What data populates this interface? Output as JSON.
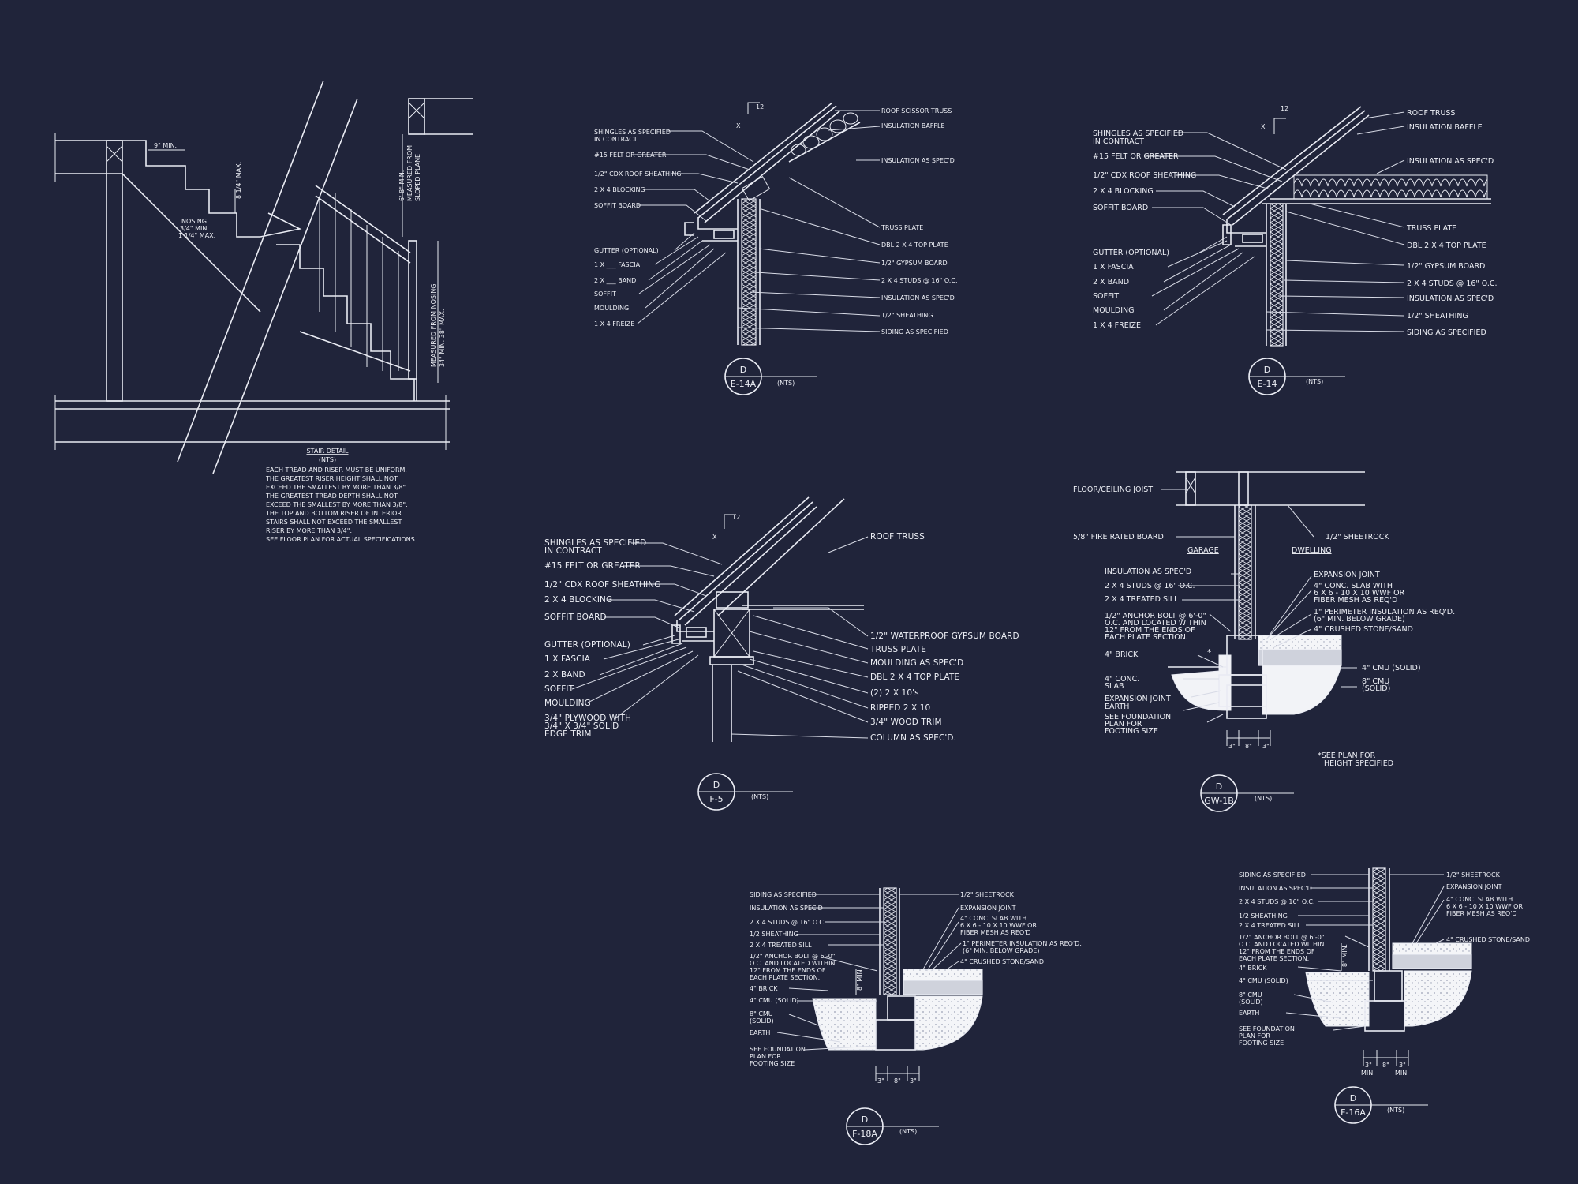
{
  "stair": {
    "title": "STAIR DETAIL",
    "scale": "(NTS)",
    "notes": [
      "EACH TREAD AND RISER MUST BE UNIFORM.",
      "THE GREATEST RISER HEIGHT SHALL NOT",
      "EXCEED THE SMALLEST BY MORE THAN  3/8\".",
      "THE GREATEST TREAD DEPTH SHALL NOT",
      "EXCEED THE SMALLEST BY MORE THAN  3/8\".",
      "THE TOP AND BOTTOM RISER OF INTERIOR",
      "STAIRS SHALL NOT EXCEED THE SMALLEST",
      "RISER BY MORE THAN 3/4\".",
      "SEE FLOOR PLAN FOR ACTUAL SPECIFICATIONS."
    ],
    "tread_min": "9\" MIN.",
    "riser_max": "8 1/4\" MAX.",
    "nosing": [
      "NOSING",
      "3/4\" MIN.",
      "1 1/4\" MAX."
    ],
    "headroom": [
      "6'-8\" MIN.",
      "MEASURED FROM",
      "SLOPED PLANE"
    ],
    "handrail": [
      "MEASURED FROM NOSING",
      "34\" MIN. 38\" MAX."
    ]
  },
  "detail_e14a": {
    "pitch": "12",
    "pitch_x": "X",
    "left_labels": [
      "SHINGLES AS SPECIFIED",
      "IN CONTRACT",
      "#15 FELT OR GREATER",
      "1/2\" CDX ROOF SHEATHING",
      "2 X 4 BLOCKING",
      "SOFFIT  BOARD",
      "GUTTER (OPTIONAL)",
      "1 X ___ FASCIA",
      "2 X ___ BAND",
      "SOFFIT",
      "MOULDING",
      "1 X 4 FREIZE"
    ],
    "right_labels": [
      "ROOF SCISSOR TRUSS",
      "INSULATION BAFFLE",
      "INSULATION AS SPEC'D",
      "TRUSS PLATE",
      "DBL 2 X 4 TOP PLATE",
      "1/2\" GYPSUM BOARD",
      "2 X 4 STUDS @ 16\" O.C.",
      "INSULATION AS SPEC'D",
      "1/2\" SHEATHING",
      "SIDING AS SPECIFIED"
    ],
    "tag_top": "D",
    "tag_bottom": "E-14A",
    "scale": "(NTS)"
  },
  "detail_e14": {
    "pitch": "12",
    "pitch_x": "X",
    "left_labels": [
      "SHINGLES AS SPECIFIED",
      "IN CONTRACT",
      "#15 FELT OR GREATER",
      "1/2\" CDX ROOF SHEATHING",
      "2 X 4 BLOCKING",
      "SOFFIT  BOARD",
      "GUTTER (OPTIONAL)",
      "1 X   FASCIA",
      "2 X   BAND",
      "SOFFIT",
      "MOULDING",
      "1 X 4 FREIZE"
    ],
    "right_labels": [
      "ROOF TRUSS",
      "INSULATION BAFFLE",
      "INSULATION AS SPEC'D",
      "TRUSS PLATE",
      "DBL 2 X 4 TOP PLATE",
      "1/2\" GYPSUM BOARD",
      "2 X 4 STUDS @ 16\" O.C.",
      "INSULATION AS SPEC'D",
      "1/2\" SHEATHING",
      "SIDING AS SPECIFIED"
    ],
    "tag_top": "D",
    "tag_bottom": "E-14",
    "scale": "(NTS)"
  },
  "detail_f5": {
    "pitch": "12",
    "pitch_x": "X",
    "left_labels": [
      "SHINGLES AS SPECIFIED",
      "IN CONTRACT",
      "#15 FELT OR GREATER",
      "1/2\" CDX ROOF SHEATHING",
      "2 X 4 BLOCKING",
      "SOFFIT  BOARD",
      "GUTTER (OPTIONAL)",
      "1 X   FASCIA",
      "2 X   BAND",
      "SOFFIT",
      "MOULDING",
      "3/4\" PLYWOOD WITH",
      "3/4\" X 3/4\" SOLID",
      "EDGE TRIM"
    ],
    "right_labels": [
      "ROOF TRUSS",
      "1/2\" WATERPROOF GYPSUM BOARD",
      "TRUSS PLATE",
      "MOULDING AS SPEC'D",
      "DBL 2 X 4 TOP PLATE",
      "(2) 2 X 10's",
      "RIPPED 2 X 10",
      "3/4\" WOOD TRIM",
      "COLUMN AS SPEC'D."
    ],
    "tag_top": "D",
    "tag_bottom": "F-5",
    "scale": "(NTS)"
  },
  "detail_gw1b": {
    "left_labels": [
      "FLOOR/CEILING JOIST",
      "5/8\" FIRE RATED BOARD",
      "INSULATION AS SPEC'D",
      "2 X 4 STUDS @ 16\" O.C.",
      "2 X 4 TREATED SILL",
      "1/2\" ANCHOR BOLT @ 6'-0\"",
      "O.C. AND LOCATED WITHIN",
      "12\" FROM THE ENDS OF",
      "EACH PLATE SECTION.",
      "4\" BRICK",
      "4\" CONC.",
      "SLAB",
      "EXPANSION JOINT",
      "EARTH",
      "SEE FOUNDATION",
      "PLAN FOR",
      "FOOTING SIZE"
    ],
    "right_labels": [
      "1/2\" SHEETROCK",
      "EXPANSION JOINT",
      "4\" CONC. SLAB WITH",
      "6 X 6 - 10 X 10 WWF OR",
      "FIBER MESH AS REQ'D",
      "1\" PERIMETER INSULATION AS REQ'D.",
      "(6\" MIN. BELOW GRADE)",
      "4\" CRUSHED STONE/SAND",
      "4\" CMU (SOLID)",
      "8\" CMU",
      "(SOLID)"
    ],
    "garage": "GARAGE",
    "dwelling": "DWELLING",
    "dims": [
      "3\"",
      "8\"",
      "3\""
    ],
    "note": [
      "*SEE PLAN FOR",
      "HEIGHT SPECIFIED"
    ],
    "star": "*",
    "tag_top": "D",
    "tag_bottom": "GW-1B",
    "scale": "(NTS)"
  },
  "detail_f18a": {
    "left_labels": [
      "SIDING AS SPECIFIED",
      "INSULATION AS SPEC'D",
      "2 X 4 STUDS @ 16\" O.C.",
      "1/2 SHEATHING",
      "2 X 4 TREATED SILL",
      "1/2\" ANCHOR BOLT @ 6'-0\"",
      "O.C. AND LOCATED WITHIN",
      "12\" FROM THE ENDS OF",
      "EACH PLATE SECTION.",
      "4\" BRICK",
      "4\" CMU (SOLID)",
      "8\" CMU",
      "(SOLID)",
      "EARTH",
      "SEE FOUNDATION",
      "PLAN FOR",
      "FOOTING SIZE"
    ],
    "right_labels": [
      "1/2\" SHEETROCK",
      "EXPANSION JOINT",
      "4\" CONC. SLAB WITH",
      "6 X 6 - 10 X 10 WWF OR",
      "FIBER MESH AS REQ'D",
      "1\" PERIMETER INSULATION AS REQ'D.",
      "(6\" MIN. BELOW GRADE)",
      "4\" CRUSHED STONE/SAND"
    ],
    "side_dim": "8\" MIN.",
    "dims": [
      "3\"",
      "8\"",
      "3\""
    ],
    "tag_top": "D",
    "tag_bottom": "F-18A",
    "scale": "(NTS)"
  },
  "detail_f16a": {
    "left_labels": [
      "SIDING AS SPECIFIED",
      "INSULATION AS SPEC'D",
      "2 X 4 STUDS @ 16\" O.C.",
      "1/2 SHEATHING",
      "2 X 4 TREATED SILL",
      "1/2\" ANCHOR BOLT @ 6'-0\"",
      "O.C. AND LOCATED WITHIN",
      "12\" FROM THE ENDS OF",
      "EACH PLATE SECTION.",
      "4\" BRICK",
      "4\" CMU (SOLID)",
      "8\" CMU",
      "(SOLID)",
      "EARTH",
      "SEE FOUNDATION",
      "PLAN FOR",
      "FOOTING SIZE"
    ],
    "right_labels": [
      "1/2\" SHEETROCK",
      "EXPANSION JOINT",
      "4\" CONC. SLAB WITH",
      "6 X 6 - 10 X 10 WWF OR",
      "FIBER MESH AS REQ'D",
      "4\" CRUSHED STONE/SAND"
    ],
    "side_dim": "8\" MIN.",
    "dims": [
      "3\"",
      "8\"",
      "3\""
    ],
    "dim_min": [
      "MIN.",
      "MIN."
    ],
    "tag_top": "D",
    "tag_bottom": "F-16A",
    "scale": "(NTS)"
  }
}
